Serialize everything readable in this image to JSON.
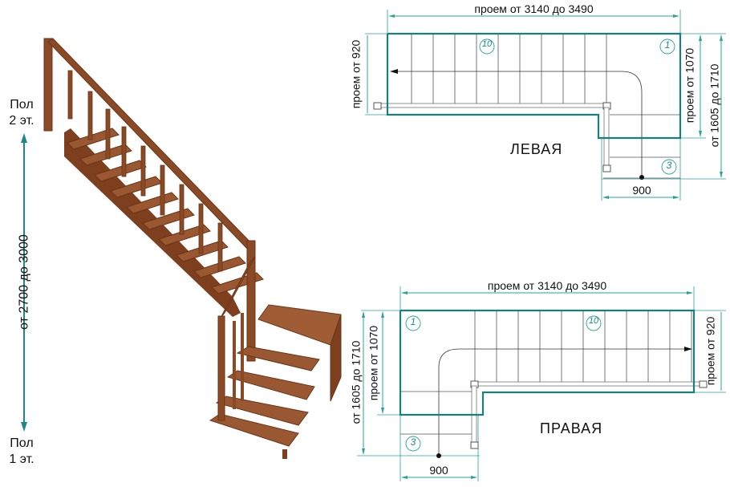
{
  "height_dimension": {
    "top_label_line1": "Пол",
    "top_label_line2": "2 эт.",
    "bottom_label_line1": "Пол",
    "bottom_label_line2": "1 эт.",
    "range_label": "от 2700 до 3000",
    "color": "#1a8a86"
  },
  "render": {
    "description": "Wooden L-shaped staircase with balusters, handrail and landing with 3 winder steps",
    "wood_color": "#8b4a26",
    "wood_dark": "#6b3417"
  },
  "plans": [
    {
      "title": "ЛЕВАЯ",
      "opening_width": "проем от 3140 до 3490",
      "opening_depth_left": "проем от 920",
      "opening_depth_right": "проем от 1070",
      "total_depth": "от 1605 до 1710",
      "flight_width": "900",
      "step_first": "1",
      "step_turn": "3",
      "step_top": "10"
    },
    {
      "title": "ПРАВАЯ",
      "opening_width": "проем от 3140 до 3490",
      "opening_depth_left": "проем от 1070",
      "opening_depth_right": "проем от 920",
      "total_depth": "от 1605 до 1710",
      "flight_width": "900",
      "step_first": "1",
      "step_turn": "3",
      "step_top": "10"
    }
  ],
  "colors": {
    "outline": "#1a7f7a",
    "dimension": "#2aa39a",
    "grid": "#555555"
  }
}
